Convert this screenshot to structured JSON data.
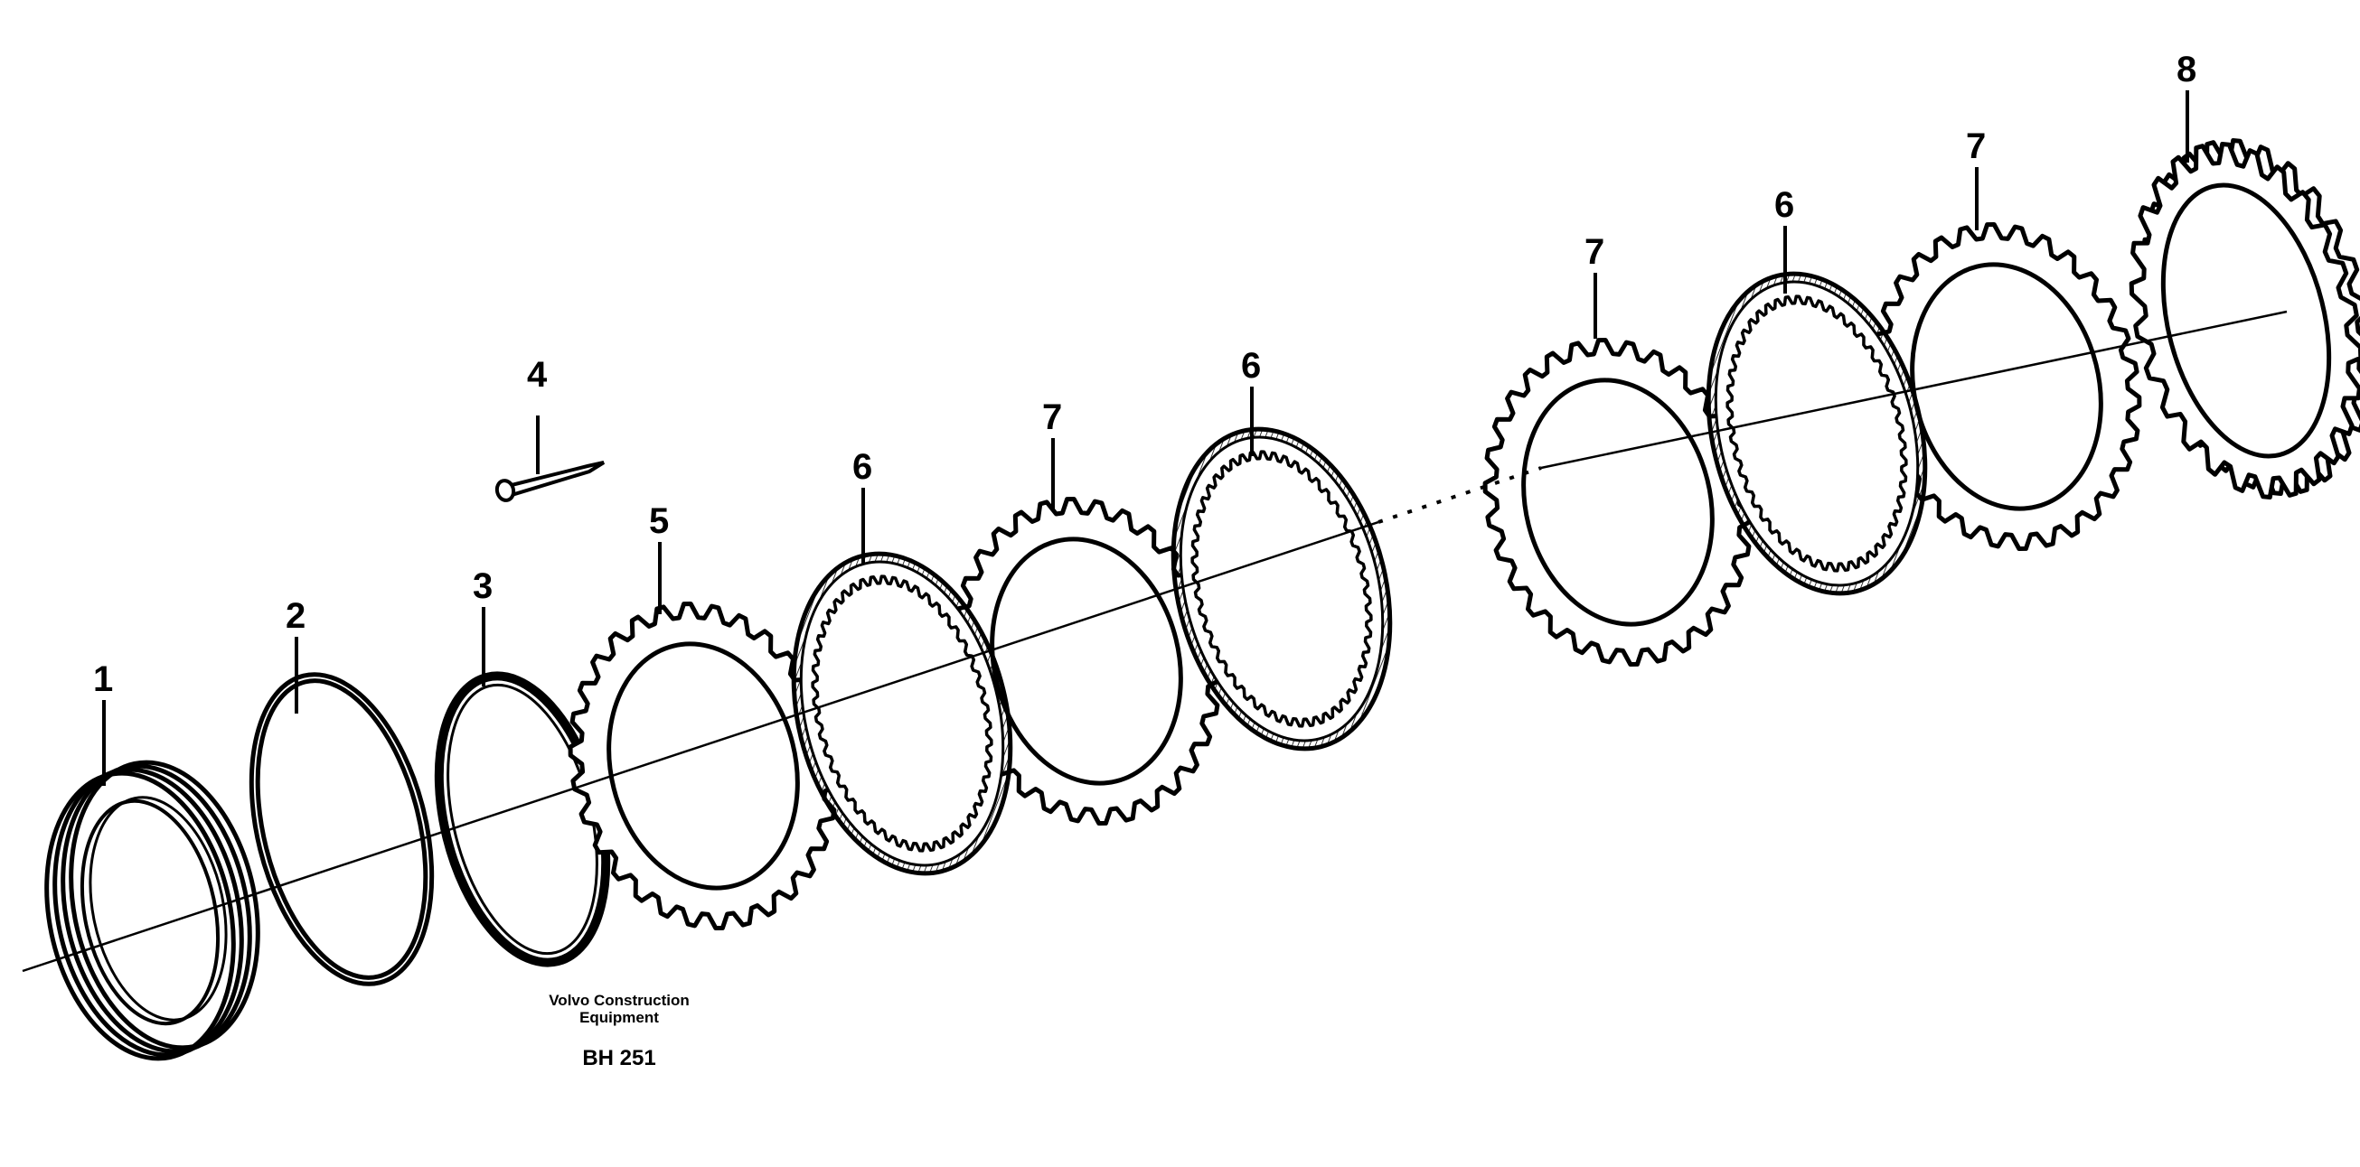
{
  "figure": {
    "parts": [
      {
        "ref": "1",
        "name": "seal-ring"
      },
      {
        "ref": "2",
        "name": "o-ring"
      },
      {
        "ref": "3",
        "name": "o-ring"
      },
      {
        "ref": "4",
        "name": "pin"
      },
      {
        "ref": "5",
        "name": "outer-toothed-disc"
      },
      {
        "ref": "6",
        "name": "friction-disc"
      },
      {
        "ref": "7",
        "name": "outer-toothed-disc"
      },
      {
        "ref": "6",
        "name": "friction-disc"
      },
      {
        "ref": "7",
        "name": "outer-toothed-disc"
      },
      {
        "ref": "6",
        "name": "friction-disc"
      },
      {
        "ref": "7",
        "name": "outer-toothed-disc"
      },
      {
        "ref": "8",
        "name": "end-plate"
      }
    ],
    "footer": {
      "company_line1": "Volvo Construction",
      "company_line2": "Equipment",
      "drawing_id": "BH 251"
    }
  }
}
